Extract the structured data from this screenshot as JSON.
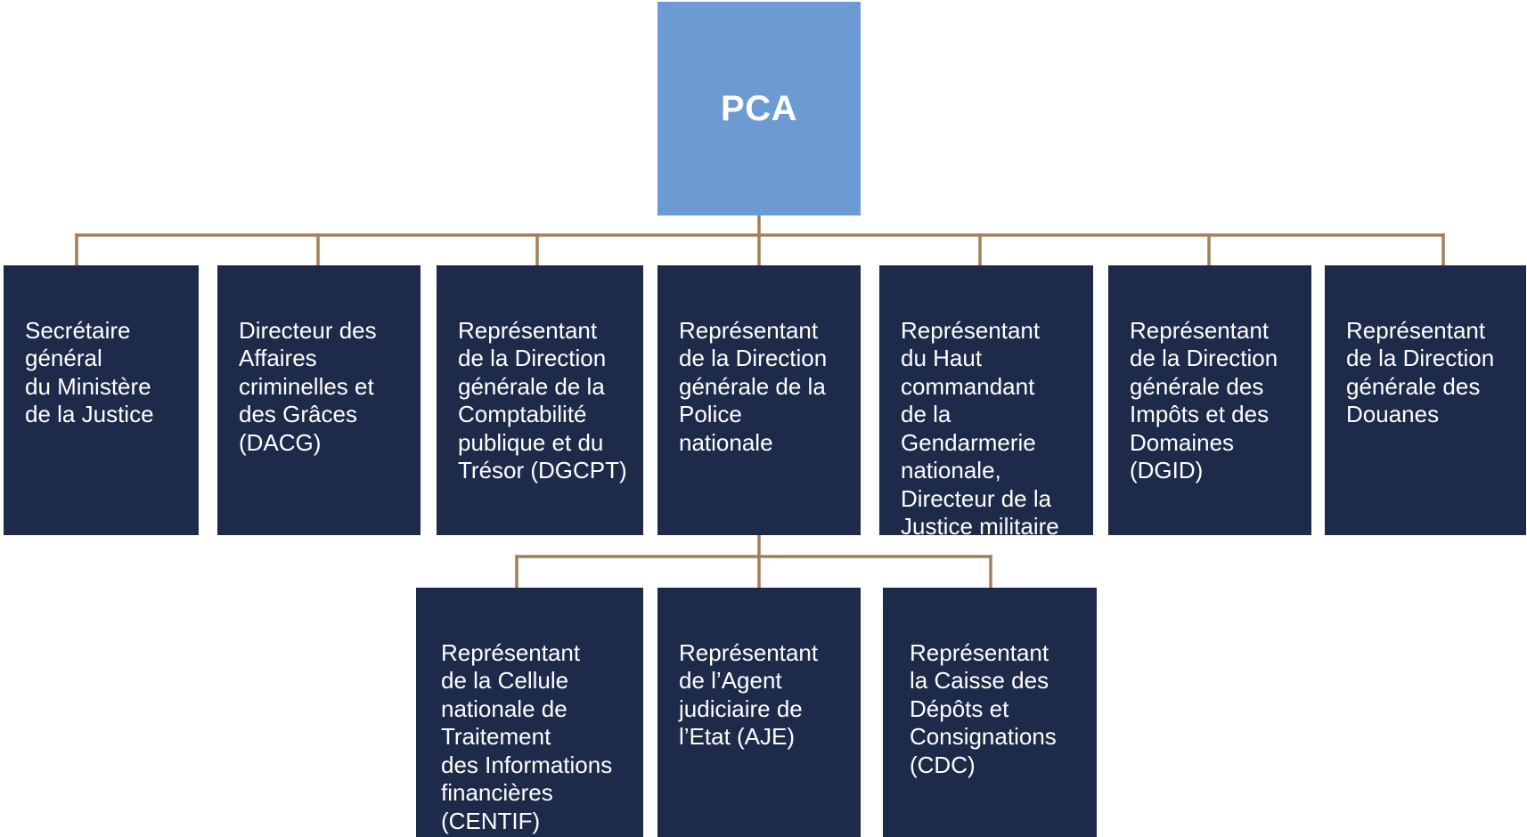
{
  "colors": {
    "root_fill": "#6b9bd2",
    "member_fill": "#1e2a4a",
    "connector": "#a0805a",
    "text": "#ffffff"
  },
  "org_chart": {
    "root": {
      "label": "PCA"
    },
    "members": [
      {
        "label": "Secrétaire\ngénéral\ndu Ministère\nde la Justice"
      },
      {
        "label": "Directeur des\nAffaires\ncriminelles et\ndes Grâces\n(DACG)"
      },
      {
        "label": "Représentant\nde  la Direction\ngénérale de la\nComptabilité\npublique et du\nTrésor (DGCPT)"
      },
      {
        "label": "Représentant\nde la Direction\ngénérale de la\nPolice\nnationale"
      },
      {
        "label": "Représentant\ndu Haut\ncommandant\nde la\nGendarmerie\nnationale,\nDirecteur de la\nJustice militaire"
      },
      {
        "label": "Représentant\nde la Direction\ngénérale des\nImpôts et des\nDomaines\n(DGID)"
      },
      {
        "label": "Représentant\nde la Direction\ngénérale des\nDouanes"
      }
    ],
    "sub_members": [
      {
        "label": "Représentant\nde la Cellule\nnationale de\nTraitement\ndes Informations\nfinancières\n(CENTIF)"
      },
      {
        "label": "Représentant\nde l’Agent\njudiciaire de\nl’Etat (AJE)"
      },
      {
        "label": "Représentant\nla Caisse des\nDépôts et\nConsignations\n(CDC)"
      }
    ]
  }
}
